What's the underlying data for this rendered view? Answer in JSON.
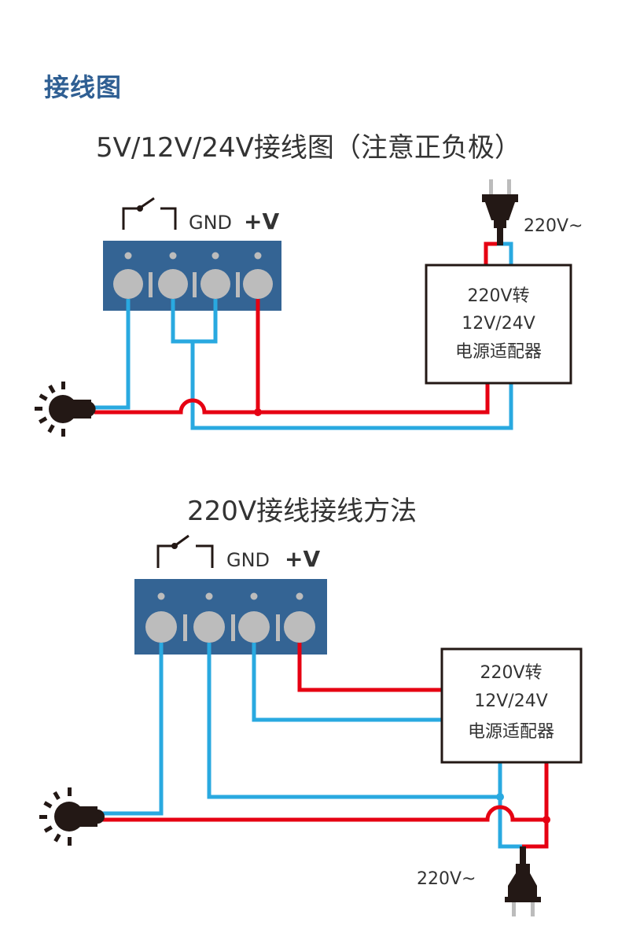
{
  "header": {
    "title": "接线图"
  },
  "diagrams": [
    {
      "title": "5V/12V/24V接线图（注意正负极）",
      "terminal_labels": {
        "gnd": "GND",
        "vplus": "+V"
      },
      "adapter_lines": [
        "220V转",
        "12V/24V",
        "电源适配器"
      ],
      "mains_label": "220V~"
    },
    {
      "title": "220V接线接线方法",
      "terminal_labels": {
        "gnd": "GND",
        "vplus": "+V"
      },
      "adapter_lines": [
        "220V转",
        "12V/24V",
        "电源适配器"
      ],
      "mains_label": "220V~"
    }
  ],
  "colors": {
    "title_blue": "#2f5f93",
    "terminal_block": "#346494",
    "terminal_screw": "#bcbcbc",
    "wire_positive": "#e60012",
    "wire_negative": "#29a9e0",
    "symbol_black": "#231815"
  }
}
